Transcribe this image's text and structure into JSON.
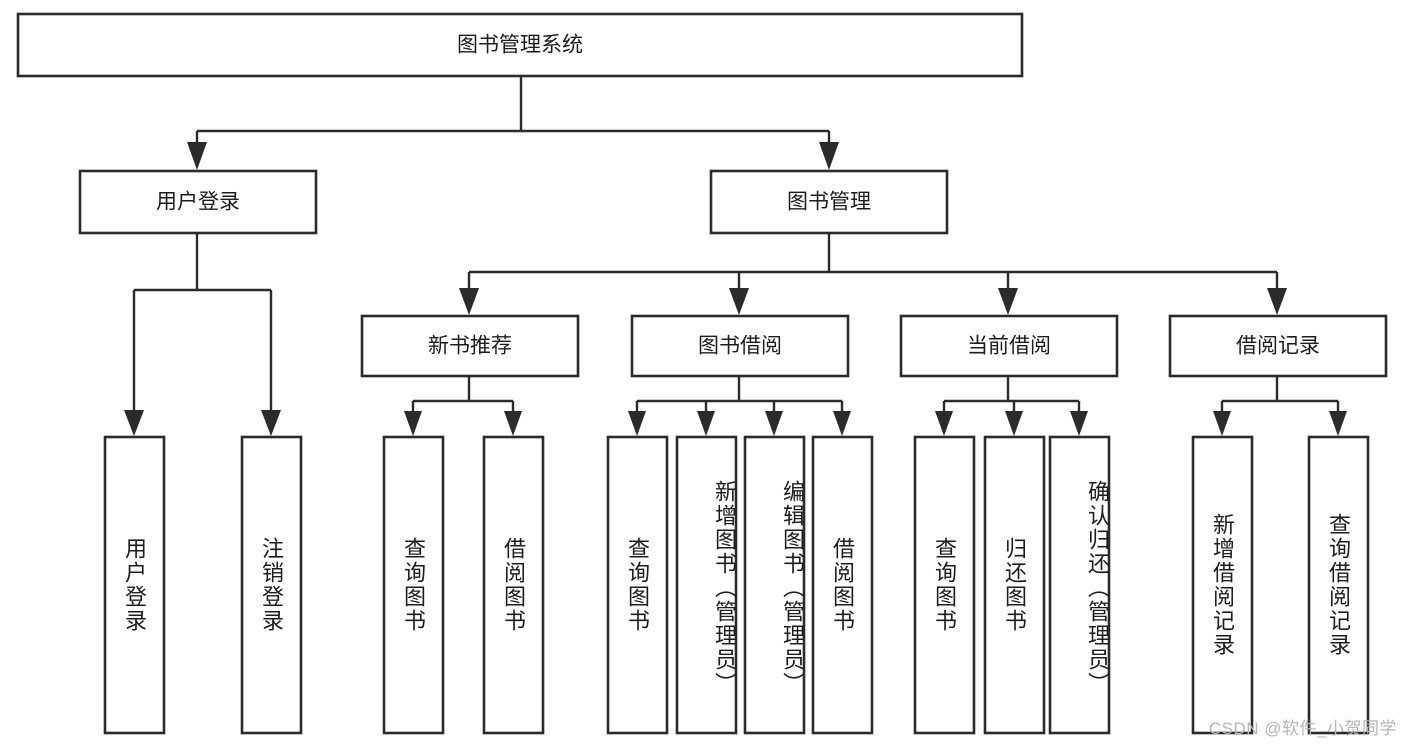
{
  "diagram": {
    "type": "tree-hierarchy",
    "title": "图书管理系统",
    "watermark": "CSDN @软件_小贺同学",
    "colors": {
      "box_stroke": "#2b2b2b",
      "box_fill": "#ffffff",
      "text": "#1d1d1d",
      "background": "#ffffff",
      "watermark": "#b6b6b6"
    },
    "levels": {
      "root": "图书管理系统",
      "level2": [
        "用户登录",
        "图书管理"
      ],
      "level3": [
        "新书推荐",
        "图书借阅",
        "当前借阅",
        "借阅记录"
      ]
    },
    "nodes": {
      "root": {
        "id": "root",
        "label": "图书管理系统",
        "orientation": "horizontal"
      },
      "n_user_login": {
        "id": "n_user_login",
        "label": "用户登录",
        "orientation": "horizontal"
      },
      "n_book_mgmt": {
        "id": "n_book_mgmt",
        "label": "图书管理",
        "orientation": "horizontal"
      },
      "n_new_book": {
        "id": "n_new_book",
        "label": "新书推荐",
        "orientation": "horizontal"
      },
      "n_borrow": {
        "id": "n_borrow",
        "label": "图书借阅",
        "orientation": "horizontal"
      },
      "n_current": {
        "id": "n_current",
        "label": "当前借阅",
        "orientation": "horizontal"
      },
      "n_record": {
        "id": "n_record",
        "label": "借阅记录",
        "orientation": "horizontal"
      },
      "l1": {
        "id": "l1",
        "label": "用户登录",
        "orientation": "vertical",
        "parent": "用户登录"
      },
      "l2": {
        "id": "l2",
        "label": "注销登录",
        "orientation": "vertical",
        "parent": "用户登录"
      },
      "l3": {
        "id": "l3",
        "label": "查询图书",
        "orientation": "vertical",
        "parent": "新书推荐"
      },
      "l4": {
        "id": "l4",
        "label": "借阅图书",
        "orientation": "vertical",
        "parent": "新书推荐"
      },
      "l5": {
        "id": "l5",
        "label": "查询图书",
        "orientation": "vertical",
        "parent": "图书借阅"
      },
      "l6": {
        "id": "l6",
        "label": "新增图书（管理员）",
        "orientation": "vertical",
        "parent": "图书借阅"
      },
      "l7": {
        "id": "l7",
        "label": "编辑图书（管理员）",
        "orientation": "vertical",
        "parent": "图书借阅"
      },
      "l8": {
        "id": "l8",
        "label": "借阅图书",
        "orientation": "vertical",
        "parent": "图书借阅"
      },
      "l9": {
        "id": "l9",
        "label": "查询图书",
        "orientation": "vertical",
        "parent": "当前借阅"
      },
      "l10": {
        "id": "l10",
        "label": "归还图书",
        "orientation": "vertical",
        "parent": "当前借阅"
      },
      "l11": {
        "id": "l11",
        "label": "确认归还（管理员）",
        "orientation": "vertical",
        "parent": "当前借阅"
      },
      "l12": {
        "id": "l12",
        "label": "新增借阅记录",
        "orientation": "vertical",
        "parent": "借阅记录"
      },
      "l13": {
        "id": "l13",
        "label": "查询借阅记录",
        "orientation": "vertical",
        "parent": "借阅记录"
      }
    },
    "edges": [
      {
        "from": "图书管理系统",
        "to": "用户登录"
      },
      {
        "from": "图书管理系统",
        "to": "图书管理"
      },
      {
        "from": "用户登录",
        "to": "用户登录"
      },
      {
        "from": "用户登录",
        "to": "注销登录"
      },
      {
        "from": "图书管理",
        "to": "新书推荐"
      },
      {
        "from": "图书管理",
        "to": "图书借阅"
      },
      {
        "from": "图书管理",
        "to": "当前借阅"
      },
      {
        "from": "图书管理",
        "to": "借阅记录"
      },
      {
        "from": "新书推荐",
        "to": "查询图书"
      },
      {
        "from": "新书推荐",
        "to": "借阅图书"
      },
      {
        "from": "图书借阅",
        "to": "查询图书"
      },
      {
        "from": "图书借阅",
        "to": "新增图书（管理员）"
      },
      {
        "from": "图书借阅",
        "to": "编辑图书（管理员）"
      },
      {
        "from": "图书借阅",
        "to": "借阅图书"
      },
      {
        "from": "当前借阅",
        "to": "查询图书"
      },
      {
        "from": "当前借阅",
        "to": "归还图书"
      },
      {
        "from": "当前借阅",
        "to": "确认归还（管理员）"
      },
      {
        "from": "借阅记录",
        "to": "新增借阅记录"
      },
      {
        "from": "借阅记录",
        "to": "查询借阅记录"
      }
    ]
  }
}
